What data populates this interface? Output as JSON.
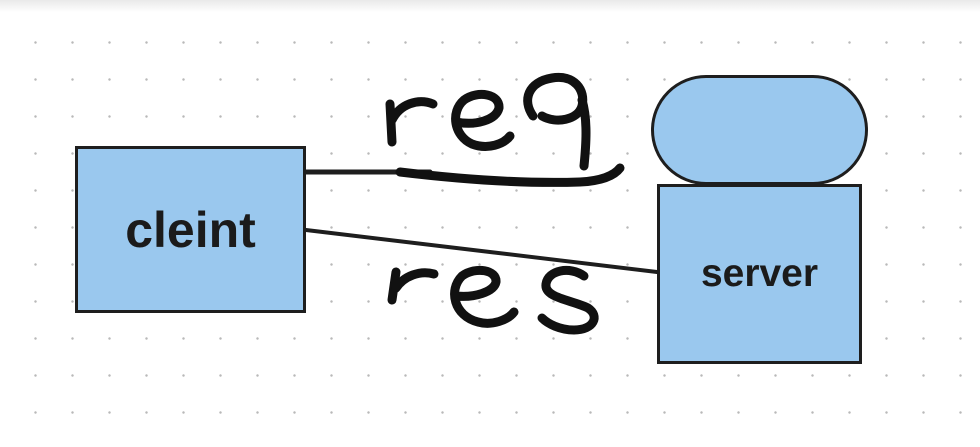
{
  "diagram": {
    "nodes": {
      "client": {
        "label": "cleint"
      },
      "server": {
        "label": "server"
      },
      "database": {
        "label": ""
      }
    },
    "edges": [
      {
        "from": "client",
        "to": "server",
        "annotation": "req"
      },
      {
        "from": "server",
        "to": "client",
        "annotation": "res"
      }
    ],
    "handwritten_annotations": [
      "req",
      "res"
    ],
    "colors": {
      "node_fill": "#9ac8ee",
      "stroke": "#1e1e1e",
      "grid_dot": "#b9b9b9",
      "background": "#ffffff"
    }
  }
}
